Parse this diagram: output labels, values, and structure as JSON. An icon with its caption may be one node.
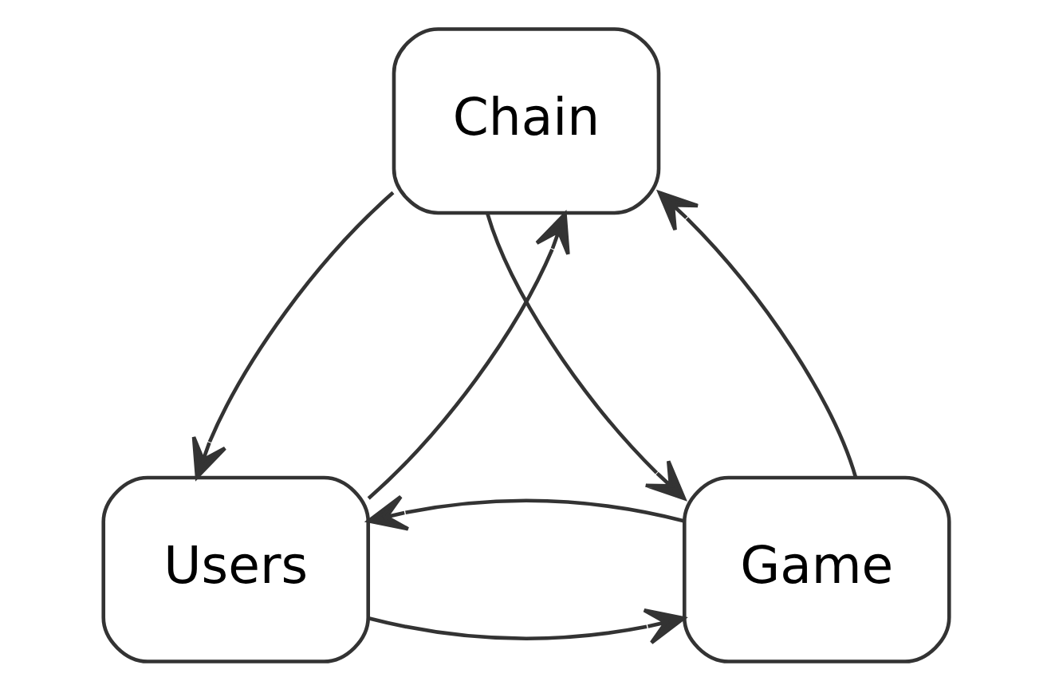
{
  "diagram": {
    "nodes": [
      {
        "text": [
          "Chain"
        ]
      },
      {
        "text": [
          "Users"
        ]
      },
      {
        "text": [
          "Game"
        ]
      }
    ],
    "edges": [
      {
        "from": 1,
        "to": 0,
        "arrow": "to"
      },
      {
        "from": 0,
        "to": 1,
        "arrow": "to"
      },
      {
        "from": 0,
        "to": 2,
        "arrow": "to"
      },
      {
        "from": 2,
        "to": 0,
        "arrow": "to"
      },
      {
        "from": 1,
        "to": 2,
        "arrow": "to"
      },
      {
        "from": 2,
        "to": 1,
        "arrow": "to"
      }
    ]
  }
}
